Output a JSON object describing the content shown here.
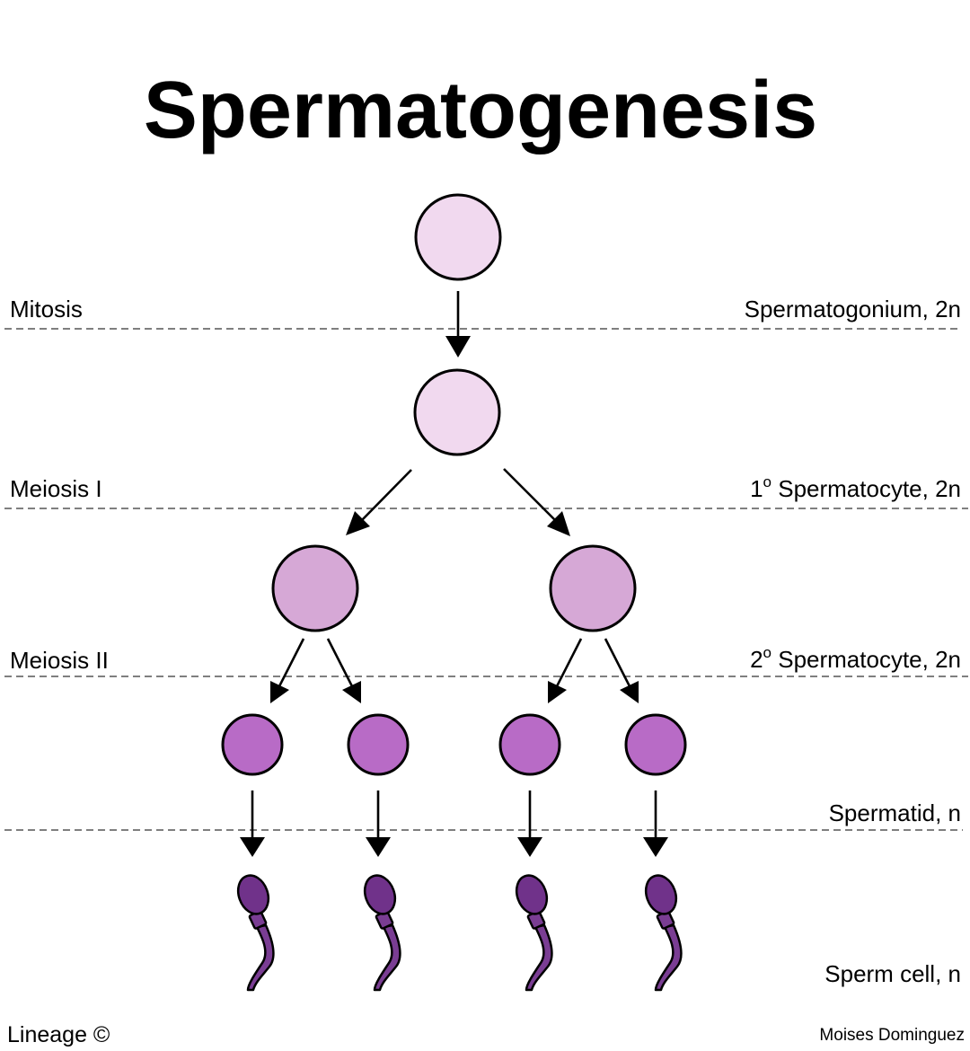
{
  "title": "Spermatogenesis",
  "phases": {
    "mitosis": "Mitosis",
    "meiosis_1": "Meiosis I",
    "meiosis_2": "Meiosis II"
  },
  "stages": {
    "spermatogonium": "Spermatogonium, 2n",
    "primary_spermatocyte_number": "1",
    "primary_spermatocyte_mark": "o",
    "primary_spermatocyte_text": " Spermatocyte, 2n",
    "secondary_spermatocyte_number": "2",
    "secondary_spermatocyte_mark": "o",
    "secondary_spermatocyte_text": " Spermatocyte, 2n",
    "spermatid": "Spermatid, n",
    "sperm_cell": "Sperm cell, n"
  },
  "footer": {
    "lineage": "Lineage ©",
    "author": "Moises Dominguez"
  },
  "colors": {
    "spermatogonium_fill": "#f1d9ef",
    "primary_spermatocyte_fill": "#f1d9ef",
    "secondary_spermatocyte_fill": "#d6a8d6",
    "spermatid_fill": "#b86bc6",
    "sperm_head_fill": "#70328a",
    "sperm_tail_fill": "#7a3d93",
    "outline": "#000000",
    "guide_line": "#555555"
  }
}
